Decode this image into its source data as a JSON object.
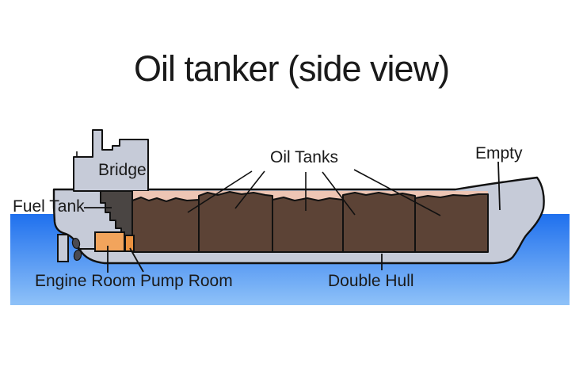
{
  "title": "Oil tanker (side view)",
  "diagram": {
    "labels": {
      "bridge": "Bridge",
      "fuel_tank": "Fuel Tank",
      "oil_tanks": "Oil Tanks",
      "empty": "Empty",
      "engine_room": "Engine Room",
      "pump_room": "Pump Room",
      "double_hull": "Double Hull"
    },
    "colors": {
      "hull": "#c6cbd8",
      "fuel_tank": "#4a4543",
      "oil": "#5c4336",
      "deck": "#edc5b4",
      "engine_room": "#f2a45c",
      "pump_room": "#ec9240",
      "propeller": "#4a4a52",
      "outline": "#111111",
      "water_top": "#1f70ee",
      "water_bottom": "#8fc2f8"
    }
  }
}
